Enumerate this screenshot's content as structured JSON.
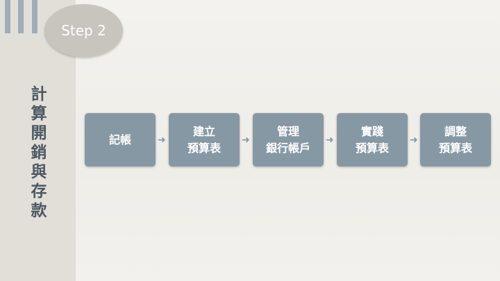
{
  "step_label": "Step 2",
  "title": "計算開銷與存款",
  "steps": [
    {
      "l1": "記帳",
      "l2": ""
    },
    {
      "l1": "建立",
      "l2": "預算表"
    },
    {
      "l1": "管理",
      "l2": "銀行帳戶"
    },
    {
      "l1": "實踐",
      "l2": "預算表"
    },
    {
      "l1": "調整",
      "l2": "預算表"
    }
  ],
  "colors": {
    "box": "#8798a5",
    "sidebar": "#e2dfd9"
  }
}
